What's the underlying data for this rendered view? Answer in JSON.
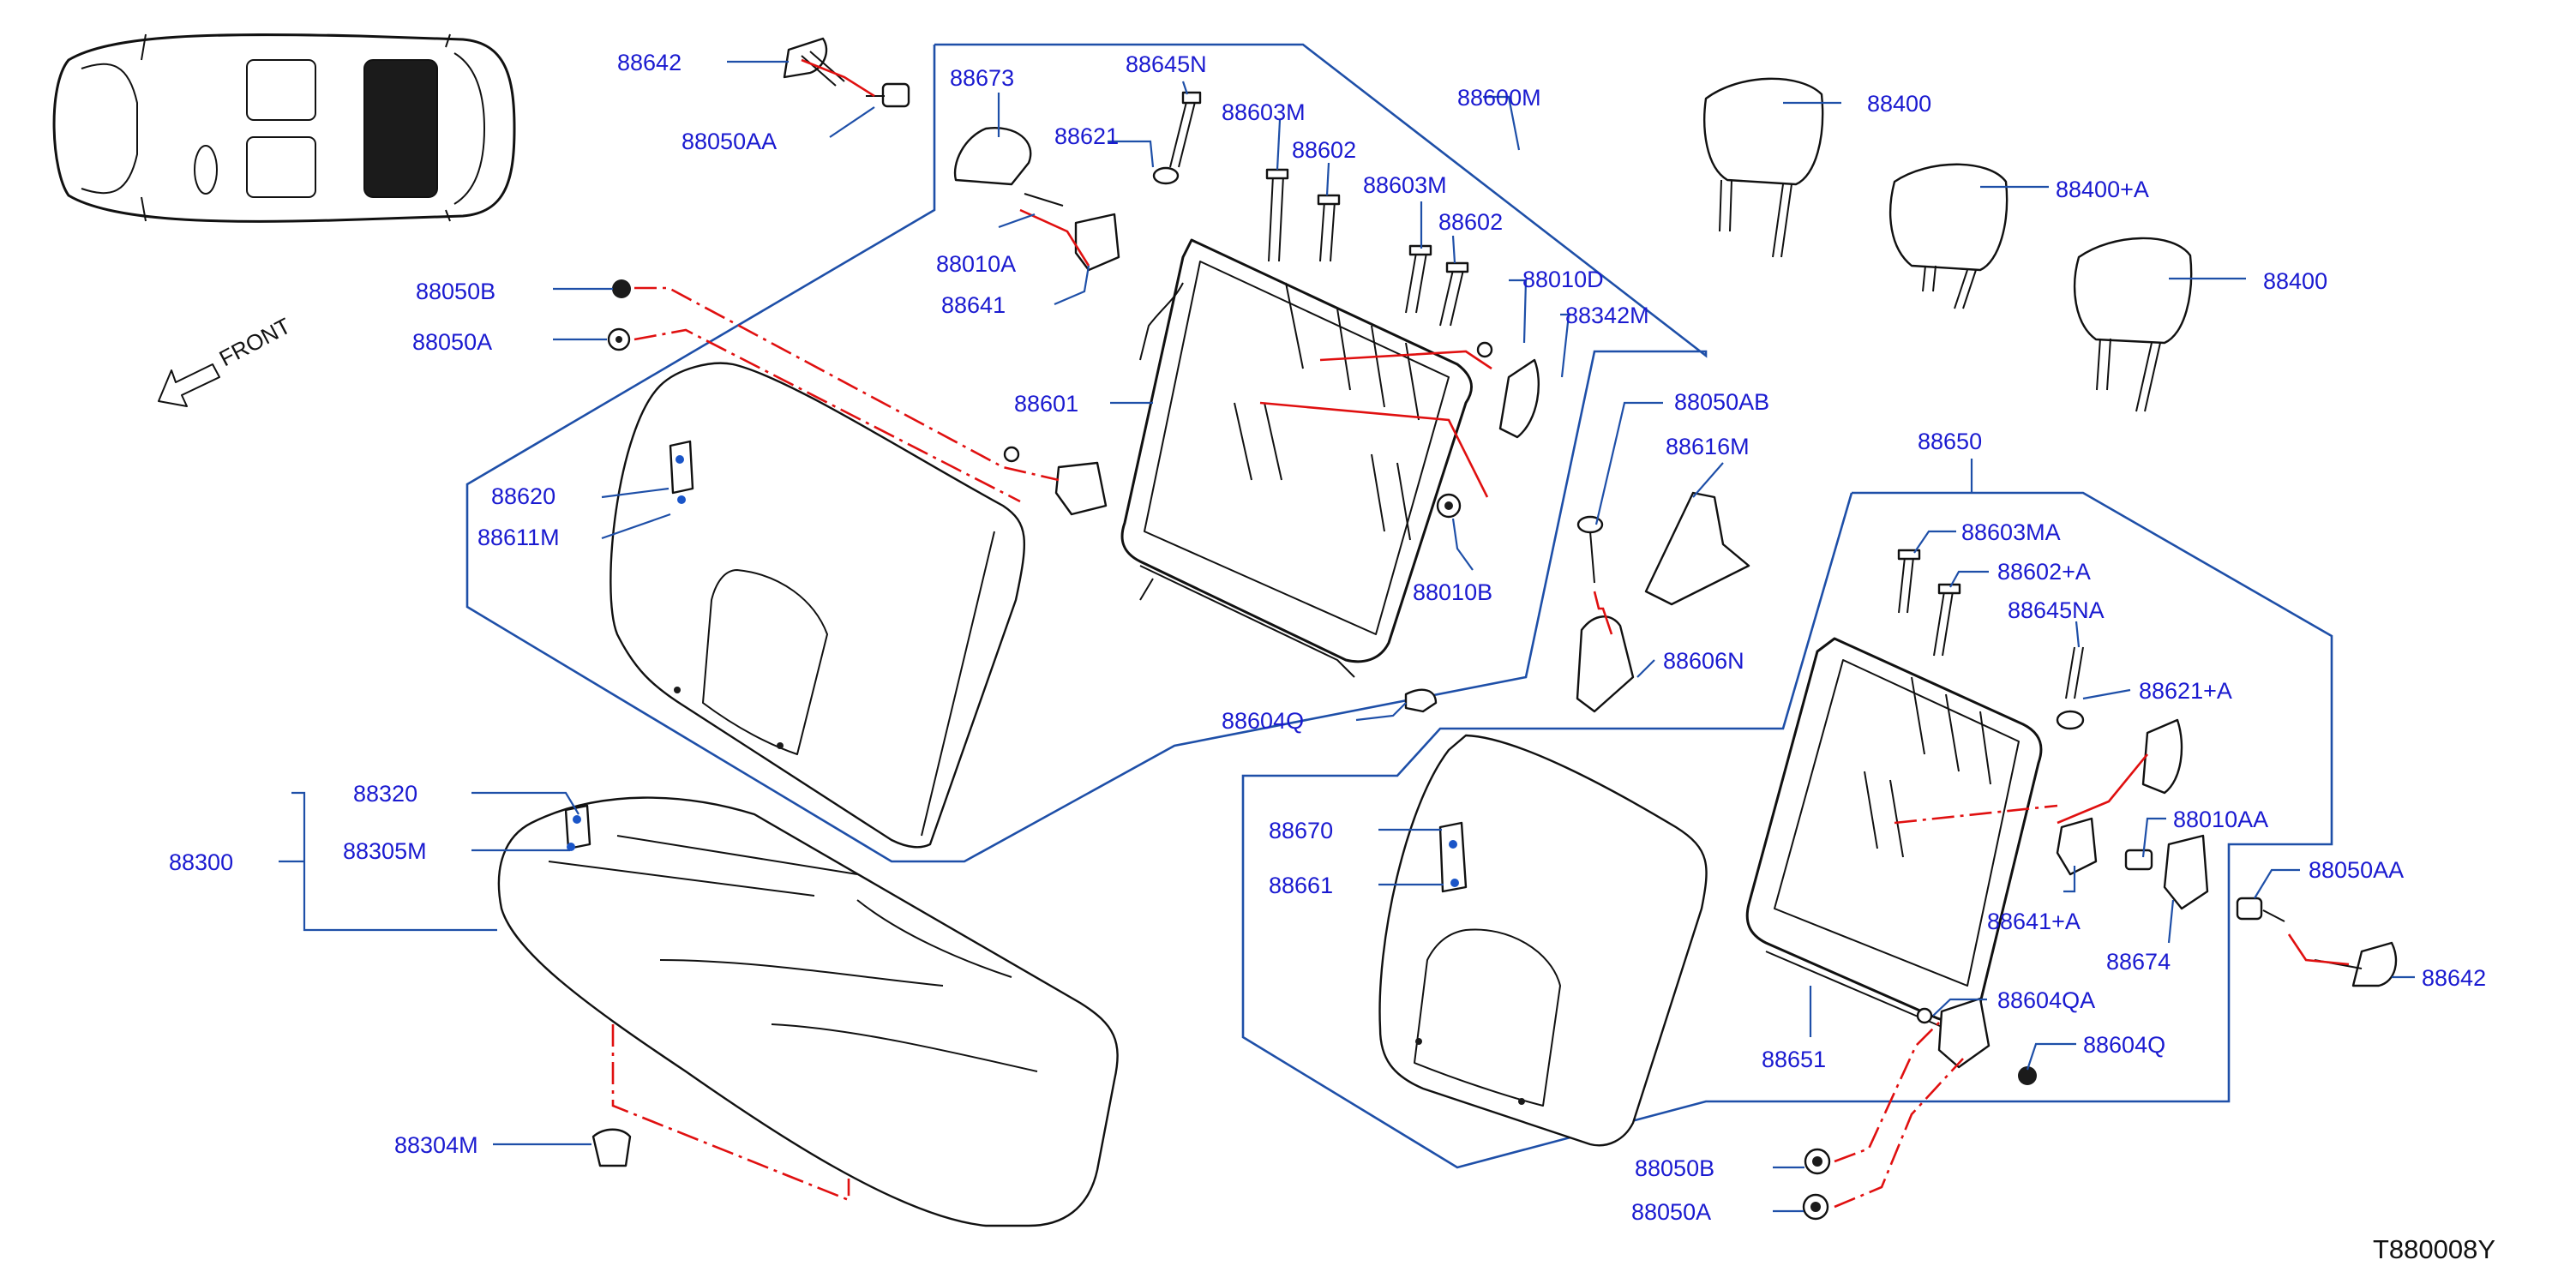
{
  "diagram": {
    "code": "T880008Y",
    "front_label": "FRONT",
    "labels": {
      "p88642": "88642",
      "p88050AA": "88050AA",
      "p88673": "88673",
      "p88645N": "88645N",
      "p88621": "88621",
      "p88603M_a": "88603M",
      "p88602_a": "88602",
      "p88600M": "88600M",
      "p88603M_b": "88603M",
      "p88602_b": "88602",
      "p88010A": "88010A",
      "p88641": "88641",
      "p88010D": "88010D",
      "p88342M": "88342M",
      "p88050B": "88050B",
      "p88050A": "88050A",
      "p88601": "88601",
      "p88620": "88620",
      "p88611M": "88611M",
      "p88010B": "88010B",
      "p88604Q": "88604Q",
      "p88050AB": "88050AB",
      "p88616M": "88616M",
      "p88606N": "88606N",
      "p88400_a": "88400",
      "p88400A": "88400+A",
      "p88400_b": "88400",
      "p88650": "88650",
      "p88603MA": "88603MA",
      "p88602A": "88602+A",
      "p88645NA": "88645NA",
      "p88621A": "88621+A",
      "p88010AA": "88010AA",
      "p88050AA_r": "88050AA",
      "p88641A": "88641+A",
      "p88674": "88674",
      "p88642_r": "88642",
      "p88670": "88670",
      "p88661": "88661",
      "p88604QA": "88604QA",
      "p88604Q_r": "88604Q",
      "p88651": "88651",
      "p88050B_r": "88050B",
      "p88050A_r": "88050A",
      "p88320": "88320",
      "p88305M": "88305M",
      "p88300": "88300",
      "p88304M": "88304M"
    },
    "icons": [
      "vehicle-top-view-icon",
      "front-arrow-icon",
      "headrest-icon",
      "bolt-icon",
      "clip-icon",
      "hinge-bracket-icon"
    ],
    "colors": {
      "label": "#1a1ad0",
      "leader": "#1e4fa8",
      "dashed_connector": "#e01010",
      "line_art": "#111111"
    }
  }
}
